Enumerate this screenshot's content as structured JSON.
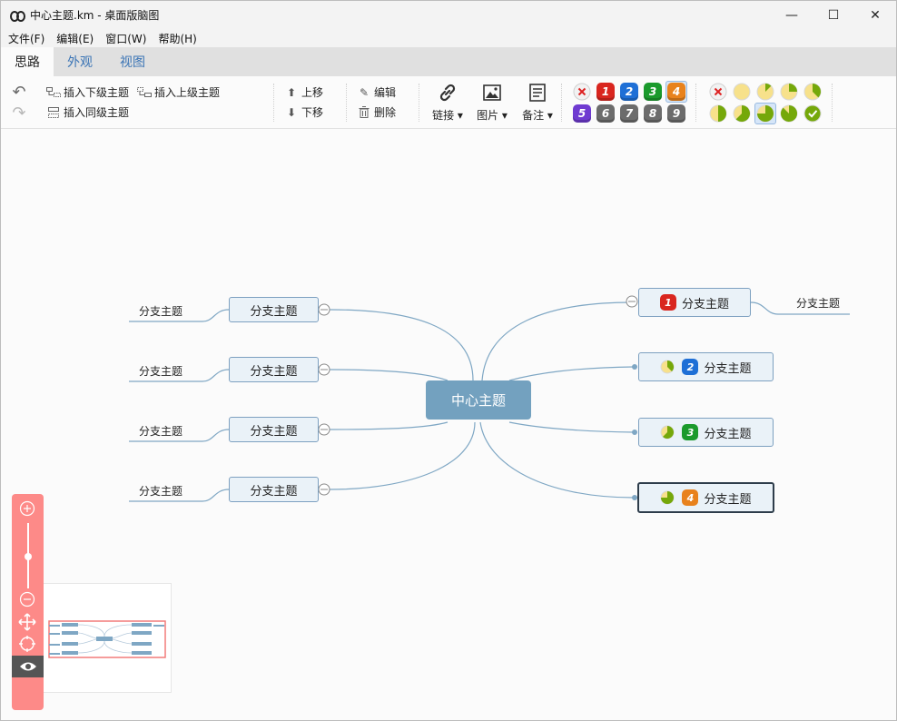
{
  "window": {
    "title": "中心主题.km - 桌面版脑图",
    "minimize": "—",
    "maximize": "☐",
    "close": "✕"
  },
  "menu": [
    "文件(F)",
    "编辑(E)",
    "窗口(W)",
    "帮助(H)"
  ],
  "tabs": [
    "思路",
    "外观",
    "视图"
  ],
  "toolbar": {
    "insert_child": "插入下级主题",
    "insert_parent": "插入上级主题",
    "insert_sibling": "插入同级主题",
    "move_up": "上移",
    "move_down": "下移",
    "edit": "编辑",
    "delete": "删除",
    "link": "链接",
    "image": "图片",
    "note": "备注",
    "priorities": [
      "1",
      "2",
      "3",
      "4",
      "5",
      "6",
      "7",
      "8",
      "9"
    ],
    "priority_colors": [
      "#d9261f",
      "#1e6fd6",
      "#1b9a2c",
      "#e8821d",
      "#6f3bd1",
      "#6c6c6c",
      "#6c6c6c",
      "#6c6c6c",
      "#6c6c6c"
    ],
    "selected_priority": "4",
    "progress_levels": [
      0,
      0.125,
      0.25,
      0.375,
      0.5,
      0.625,
      0.75,
      0.875,
      1
    ],
    "selected_progress": 0.75
  },
  "mindmap": {
    "center": "中心主题",
    "left": [
      {
        "label": "分支主题",
        "child": "分支主题"
      },
      {
        "label": "分支主题",
        "child": "分支主题"
      },
      {
        "label": "分支主题",
        "child": "分支主题"
      },
      {
        "label": "分支主题",
        "child": "分支主题"
      }
    ],
    "right": [
      {
        "label": "分支主题",
        "priority": "1",
        "progress": null,
        "child": "分支主题"
      },
      {
        "label": "分支主题",
        "priority": "2",
        "progress": 0.375,
        "child": null
      },
      {
        "label": "分支主题",
        "priority": "3",
        "progress": 0.625,
        "child": null
      },
      {
        "label": "分支主题",
        "priority": "4",
        "progress": 0.75,
        "child": null,
        "selected": true
      }
    ]
  },
  "colors": {
    "accent": "#3a74b5",
    "center_node": "#73a1bf",
    "link": "#7fa7c4",
    "navigator": "#fd8a88",
    "progress_fill": "#75a80a",
    "progress_bg": "#f7e18b"
  }
}
